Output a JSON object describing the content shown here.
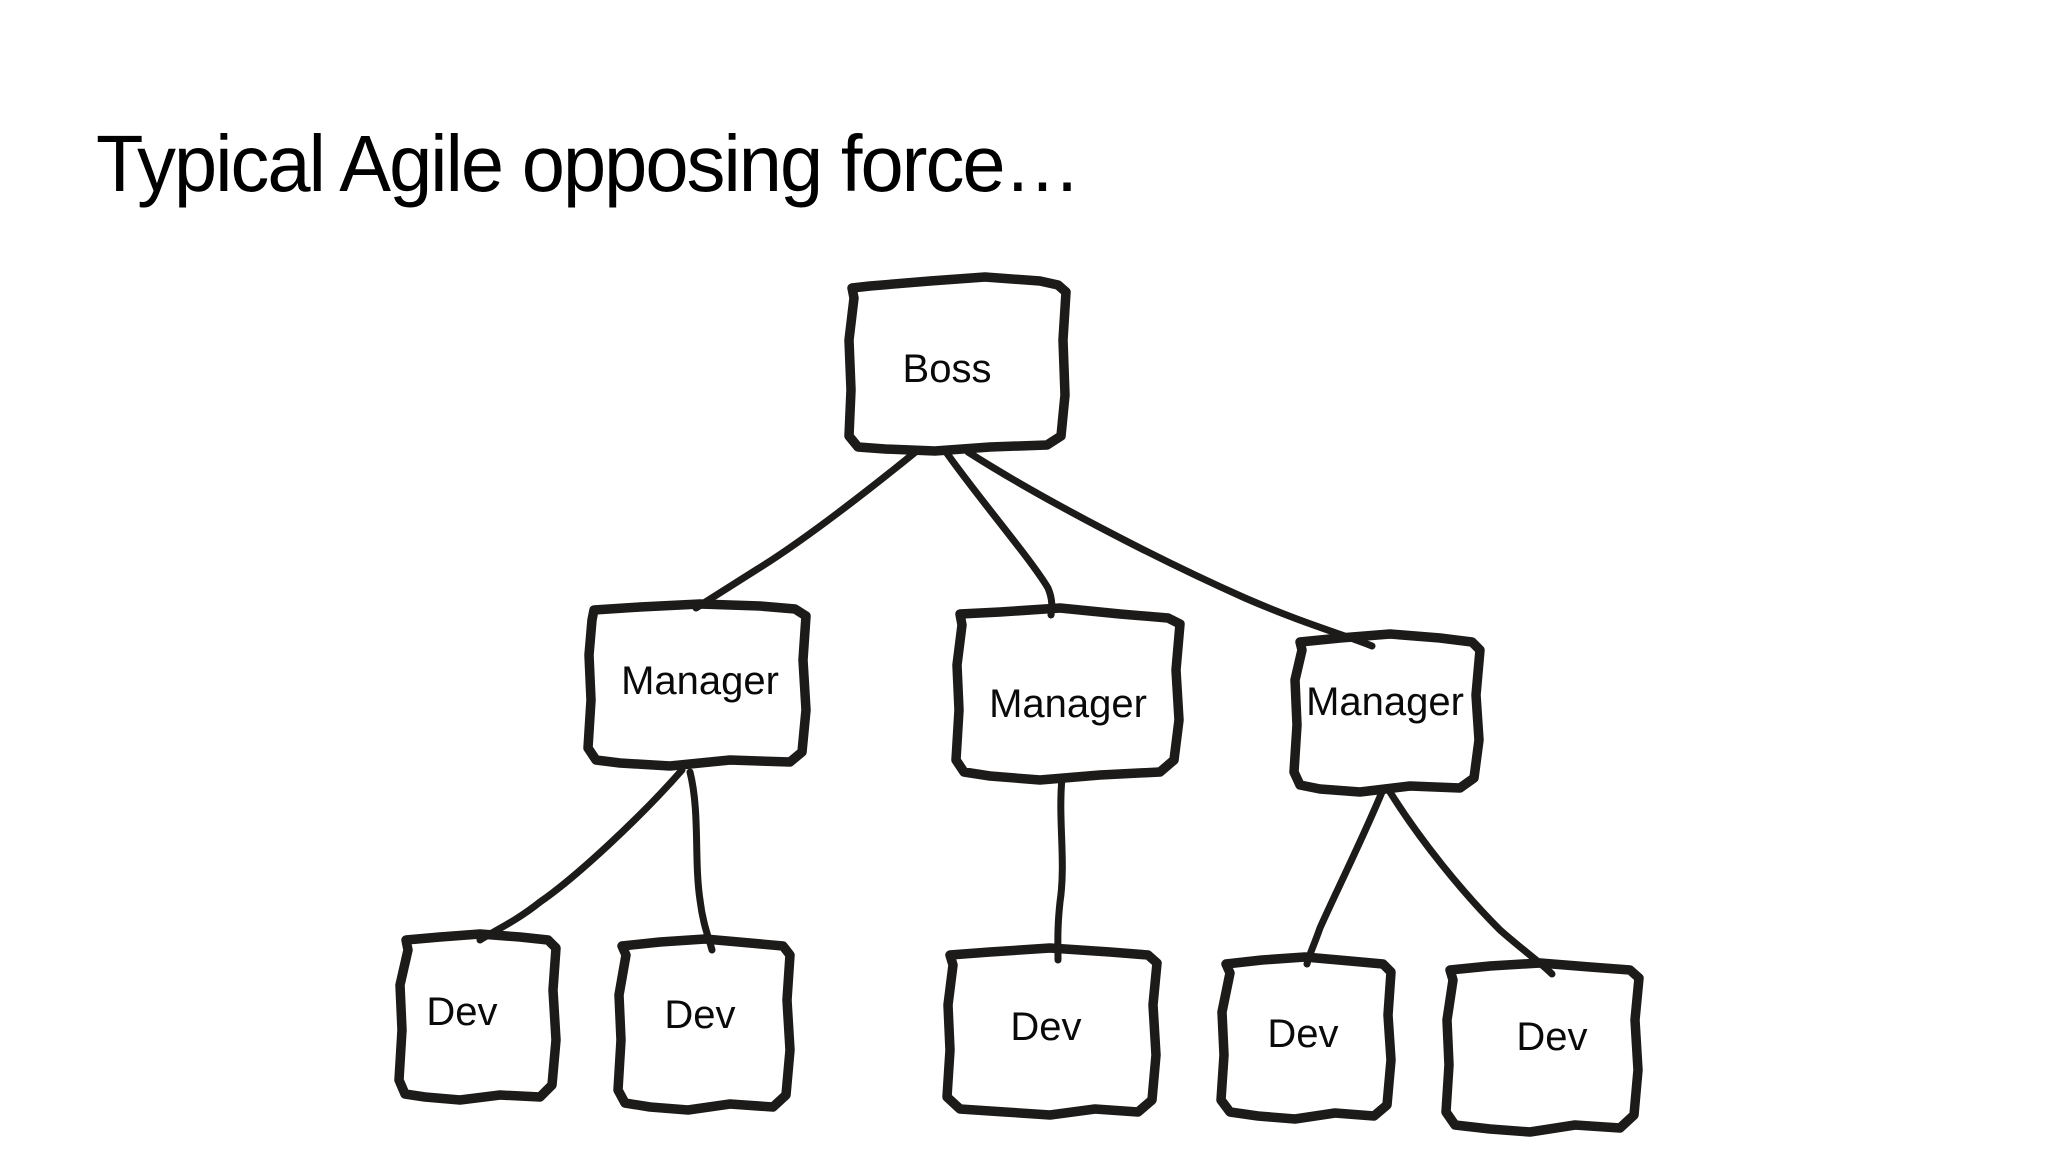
{
  "title": "Typical Agile opposing force…",
  "colors": {
    "background": "#ffffff",
    "ink": "#1d1b1a",
    "text": "#000000"
  },
  "diagram": {
    "type": "org-chart",
    "style": "hand-drawn",
    "nodes": [
      {
        "id": "boss",
        "label": "Boss",
        "level": 1
      },
      {
        "id": "manager-1",
        "label": "Manager",
        "level": 2
      },
      {
        "id": "manager-2",
        "label": "Manager",
        "level": 2
      },
      {
        "id": "manager-3",
        "label": "Manager",
        "level": 2
      },
      {
        "id": "dev-1",
        "label": "Dev",
        "level": 3
      },
      {
        "id": "dev-2",
        "label": "Dev",
        "level": 3
      },
      {
        "id": "dev-3",
        "label": "Dev",
        "level": 3
      },
      {
        "id": "dev-4",
        "label": "Dev",
        "level": 3
      },
      {
        "id": "dev-5",
        "label": "Dev",
        "level": 3
      }
    ],
    "edges": [
      {
        "from": "boss",
        "to": "manager-1"
      },
      {
        "from": "boss",
        "to": "manager-2"
      },
      {
        "from": "boss",
        "to": "manager-3"
      },
      {
        "from": "manager-1",
        "to": "dev-1"
      },
      {
        "from": "manager-1",
        "to": "dev-2"
      },
      {
        "from": "manager-2",
        "to": "dev-3"
      },
      {
        "from": "manager-3",
        "to": "dev-4"
      },
      {
        "from": "manager-3",
        "to": "dev-5"
      }
    ]
  }
}
